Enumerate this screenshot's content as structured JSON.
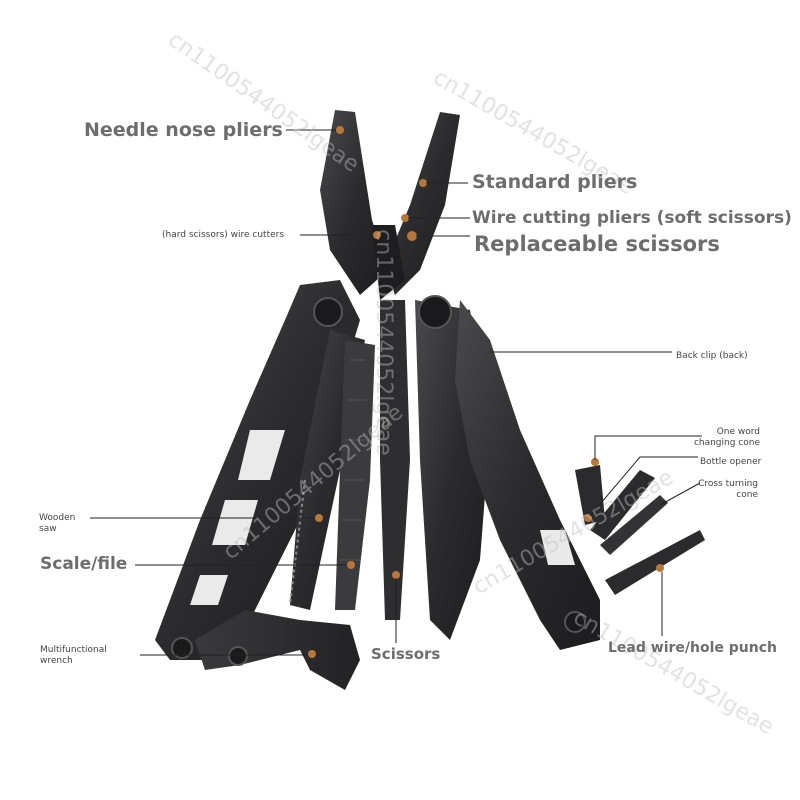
{
  "labels": {
    "needle_nose": "Needle nose pliers",
    "standard": "Standard pliers",
    "wire_cutting": "Wire cutting pliers (soft scissors)",
    "hard_scissors": "(hard scissors) wire cutters",
    "replaceable": "Replaceable scissors",
    "back_clip": "Back clip (back)",
    "one_word_1": "One word",
    "one_word_2": "changing cone",
    "bottle": "Bottle opener",
    "cross_1": "Cross turning",
    "cross_2": "cone",
    "wooden_1": "Wooden",
    "wooden_2": "saw",
    "scale": "Scale/file",
    "wrench_1": "Multifunctional",
    "wrench_2": "wrench",
    "scissors": "Scissors",
    "lead": "Lead wire/hole punch"
  },
  "watermark": "cn1100544052lgeae",
  "colors": {
    "tool": "#2b2b2d",
    "tool_light": "#4a4a4c",
    "marker": "#b8773a",
    "line": "#222222"
  }
}
